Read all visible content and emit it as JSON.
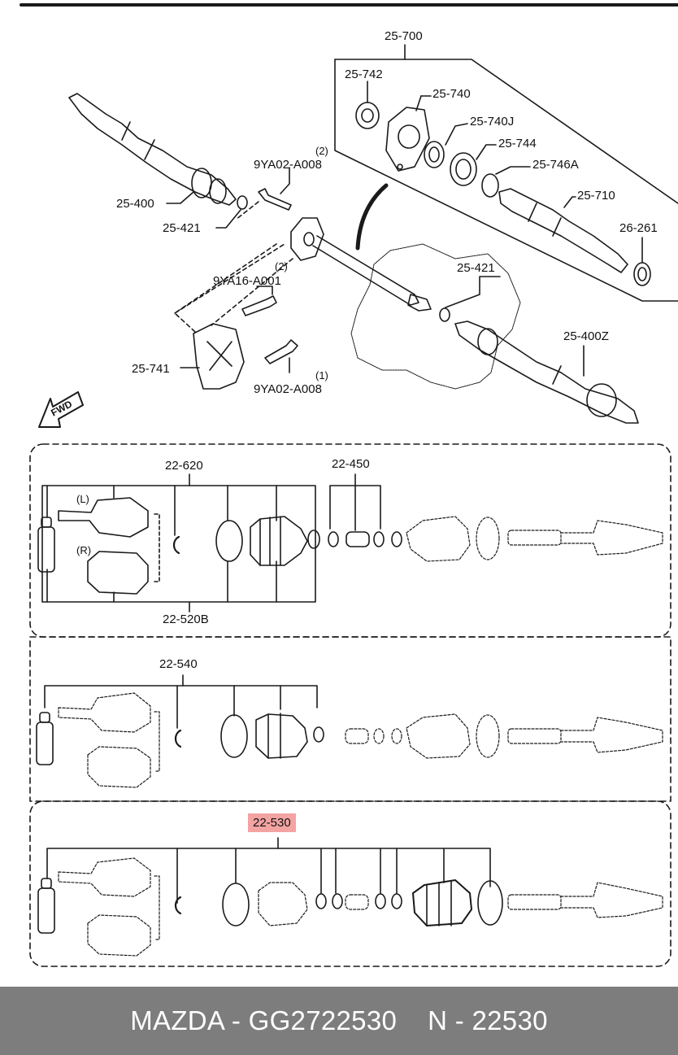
{
  "top_diagram": {
    "labels": {
      "p25_700": "25-700",
      "p25_742": "25-742",
      "p25_740": "25-740",
      "p25_740j": "25-740J",
      "p25_744": "25-744",
      "p25_746a": "25-746A",
      "p25_710": "25-710",
      "p26_261": "26-261",
      "p25_400": "25-400",
      "p25_421_left": "25-421",
      "p9ya02_a008_top": "9YA02-A008",
      "qty_top": "(2)",
      "p9ya16_a001": "9YA16-A001",
      "qty_mid": "(2)",
      "p25_741": "25-741",
      "p9ya02_a008_bottom": "9YA02-A008",
      "qty_bottom": "(1)",
      "p25_421_right": "25-421",
      "p25_400z": "25-400Z",
      "fwd": "FWD"
    }
  },
  "panel1": {
    "p22_620": "22-620",
    "p22_450": "22-450",
    "left_tag": "(L)",
    "right_tag": "(R)",
    "p22_520b": "22-520B"
  },
  "panel2": {
    "p22_540": "22-540"
  },
  "panel3": {
    "p22_530": "22-530",
    "highlight_color": "#f4a3a3"
  },
  "footer": {
    "brand_part": "MAZDA - GG2722530",
    "ref": "N - 22530",
    "background": "#7d7d7d"
  }
}
